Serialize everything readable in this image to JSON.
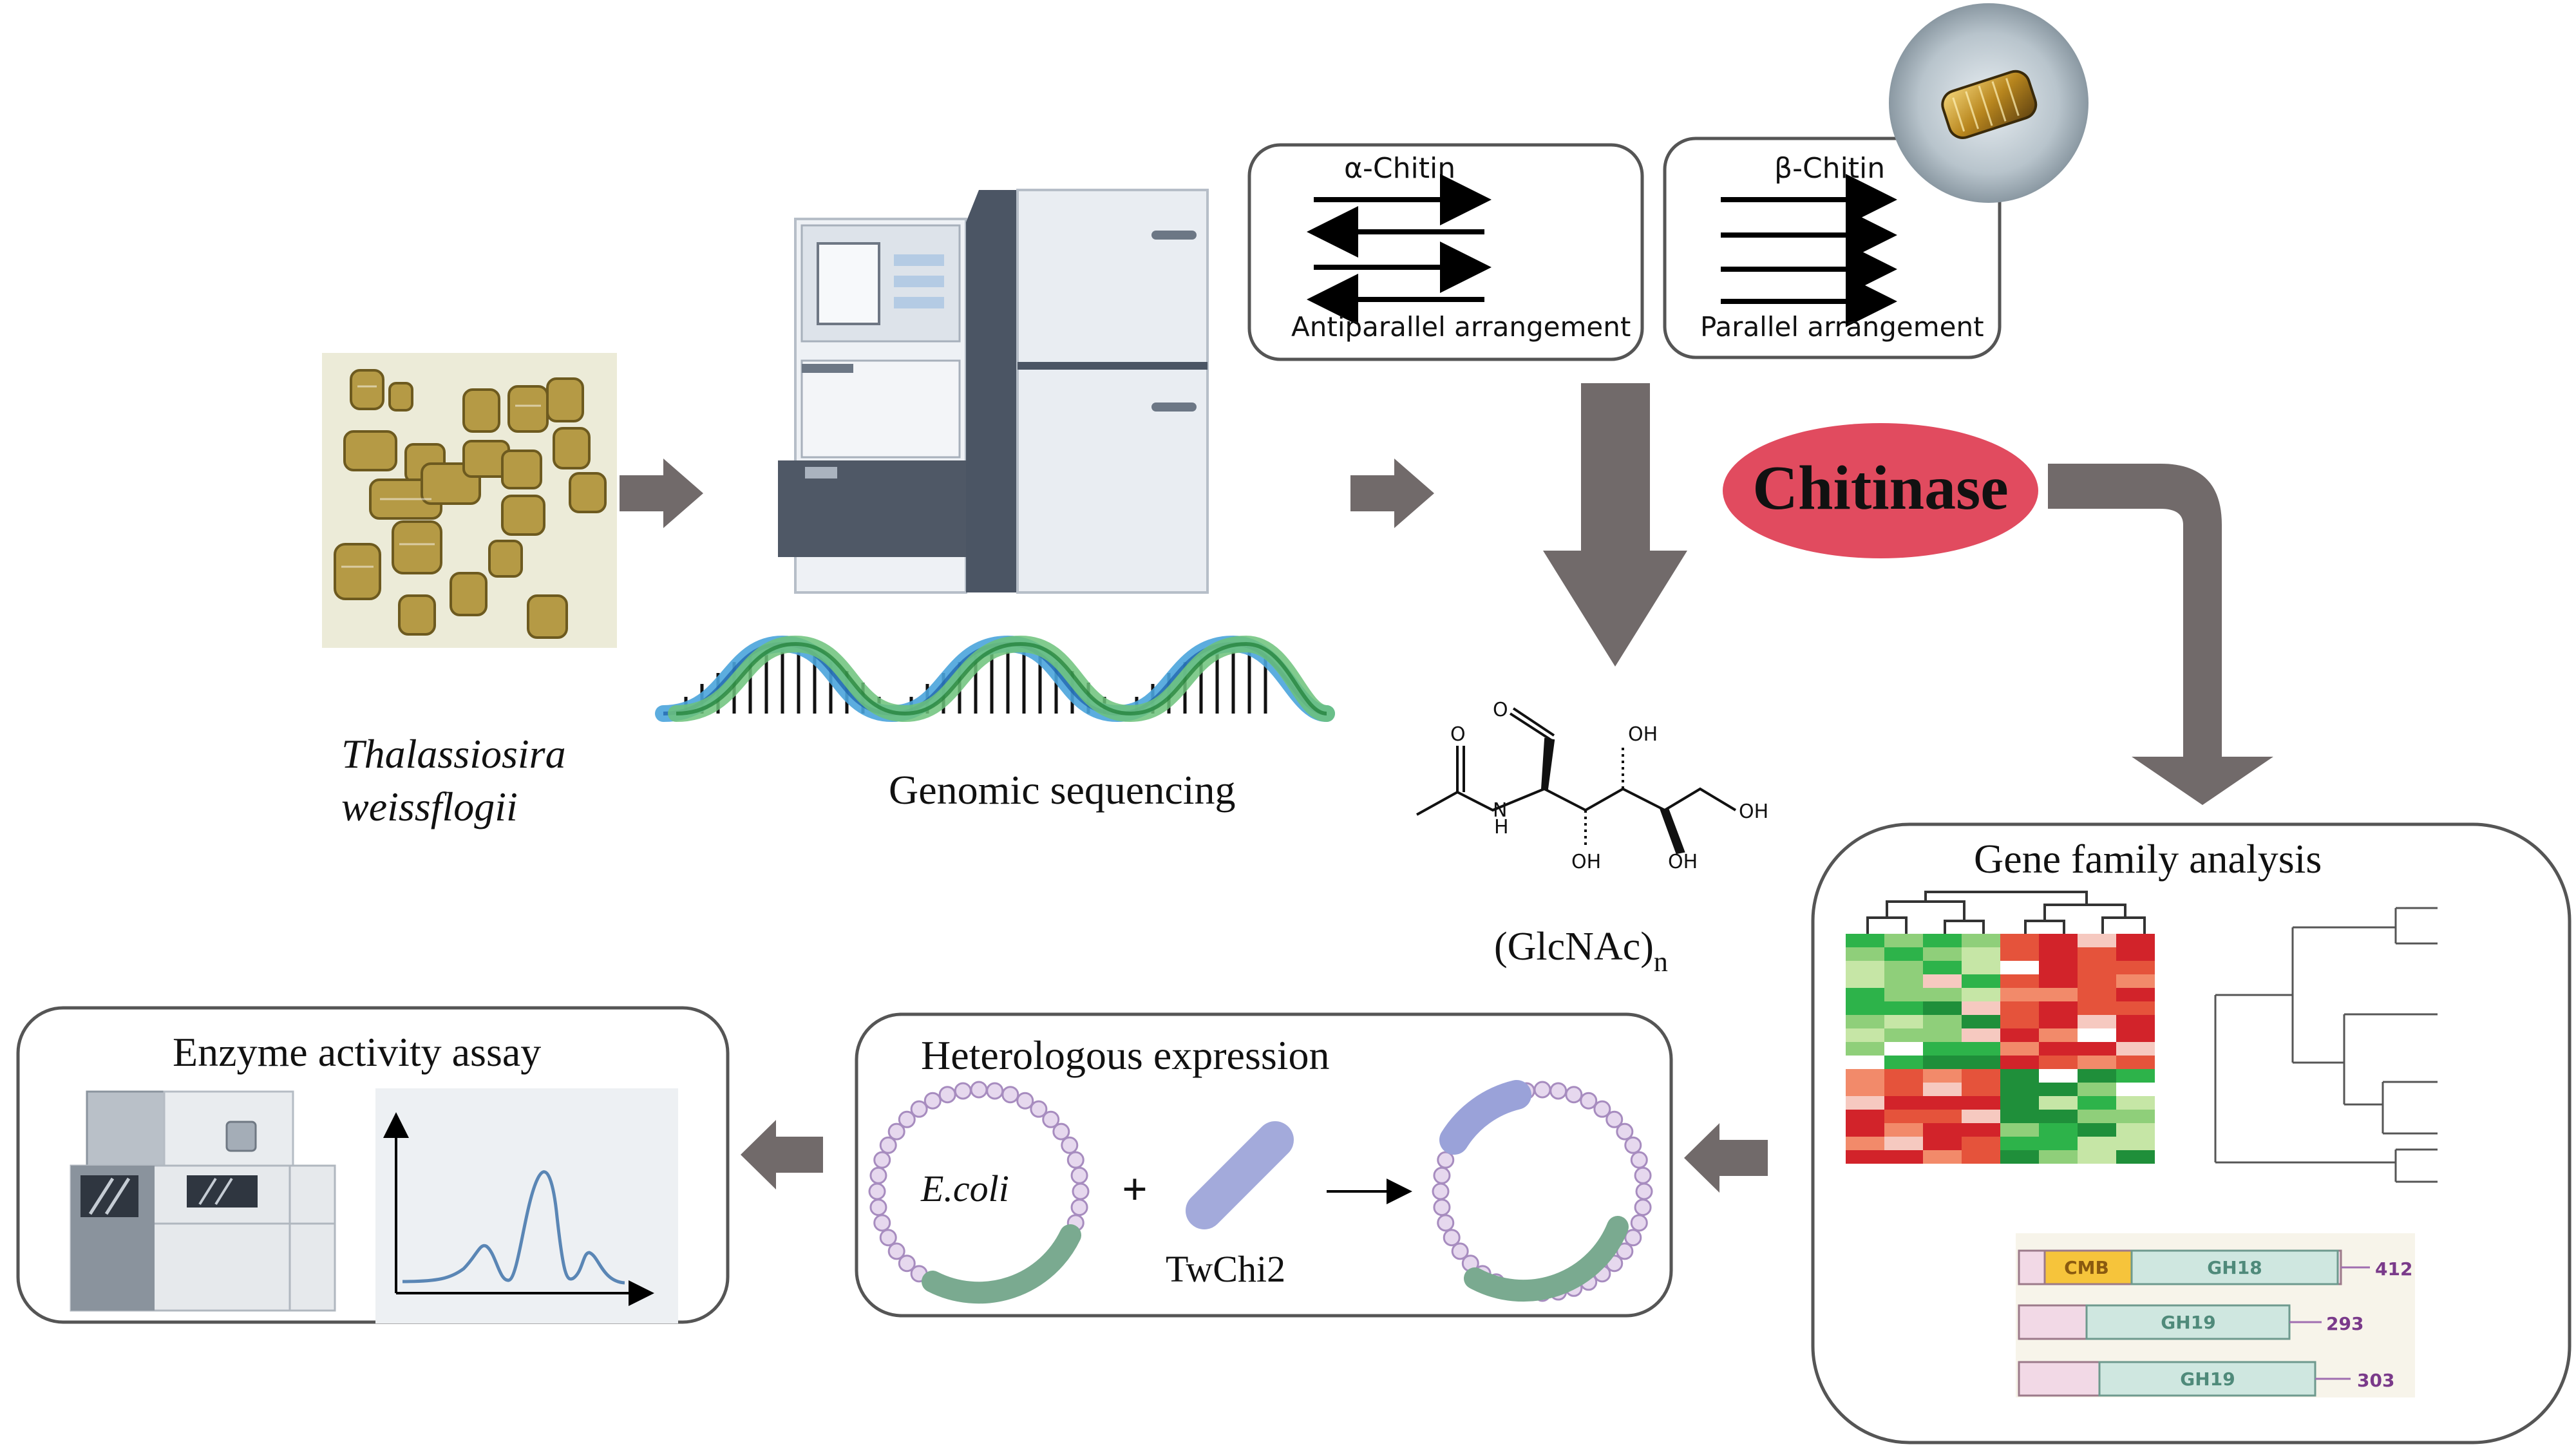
{
  "colors": {
    "arrow": "#716a6a",
    "chitinase_fill": "#e14b5f",
    "box_stroke": "#555555",
    "helix_blue": "#5aa9db",
    "helix_green": "#3aa14a",
    "plasmid_bead": "#c7b2d6",
    "plasmid_green": "#7aaa90",
    "plasmid_blue": "#9aa2d9",
    "heat_red": "#d2232a",
    "heat_green": "#2db34a"
  },
  "organism": {
    "genus": "Thalassiosira",
    "species": "weissflogii"
  },
  "sequencing": {
    "label": "Genomic sequencing"
  },
  "chitin": {
    "alpha": {
      "title": "α-Chitin",
      "arrangement": "Antiparallel arrangement"
    },
    "beta": {
      "title": "β-Chitin",
      "arrangement": "Parallel arrangement"
    }
  },
  "chitinase": {
    "label": "Chitinase"
  },
  "molecule": {
    "name": "(GlcNAc)",
    "subscript": "n",
    "atoms": {
      "o_carbonyl": "O",
      "o_aldehyde": "O",
      "nh": "N",
      "h": "H",
      "oh": "OH"
    }
  },
  "gene_family": {
    "title": "Gene family analysis",
    "domains": [
      {
        "labels": [
          "CMB",
          "GH18"
        ],
        "length": "412"
      },
      {
        "labels": [
          "GH19"
        ],
        "length": "293"
      },
      {
        "labels": [
          "GH19"
        ],
        "length": "303"
      }
    ]
  },
  "expression": {
    "title": "Heterologous expression",
    "host": "E.coli",
    "gene": "TwChi2",
    "plus": "+"
  },
  "assay": {
    "title": "Enzyme activity assay"
  }
}
